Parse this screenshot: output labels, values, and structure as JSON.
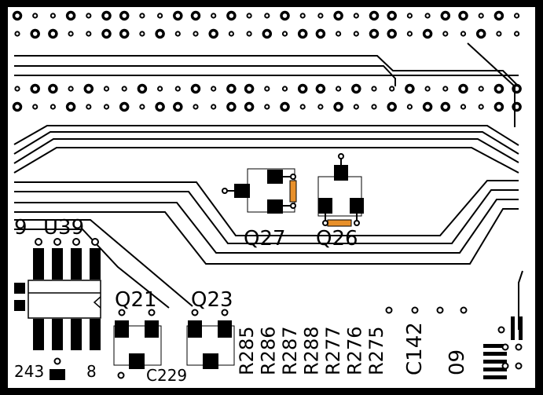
{
  "view": {
    "title": "",
    "background_color": "#ffffff",
    "trace_color": "#000000",
    "highlight_color": "#e8902a"
  },
  "components": {
    "q27": {
      "ref": "Q27",
      "highlighted": true
    },
    "q26": {
      "ref": "Q26",
      "highlighted": true
    },
    "q21": {
      "ref": "Q21",
      "highlighted": false
    },
    "q23": {
      "ref": "Q23",
      "highlighted": false
    },
    "u39": {
      "ref": "U39"
    },
    "c229": {
      "ref": "C229"
    },
    "c243": {
      "ref": "243"
    },
    "c142": {
      "ref": "C142"
    },
    "pin_label_9": {
      "ref": "9"
    },
    "pin_label_8": {
      "ref": "8"
    },
    "part_09": {
      "ref": "09"
    }
  },
  "resistors": [
    {
      "ref": "R285"
    },
    {
      "ref": "R286"
    },
    {
      "ref": "R287"
    },
    {
      "ref": "R288"
    },
    {
      "ref": "R277"
    },
    {
      "ref": "R276"
    },
    {
      "ref": "R275"
    }
  ]
}
